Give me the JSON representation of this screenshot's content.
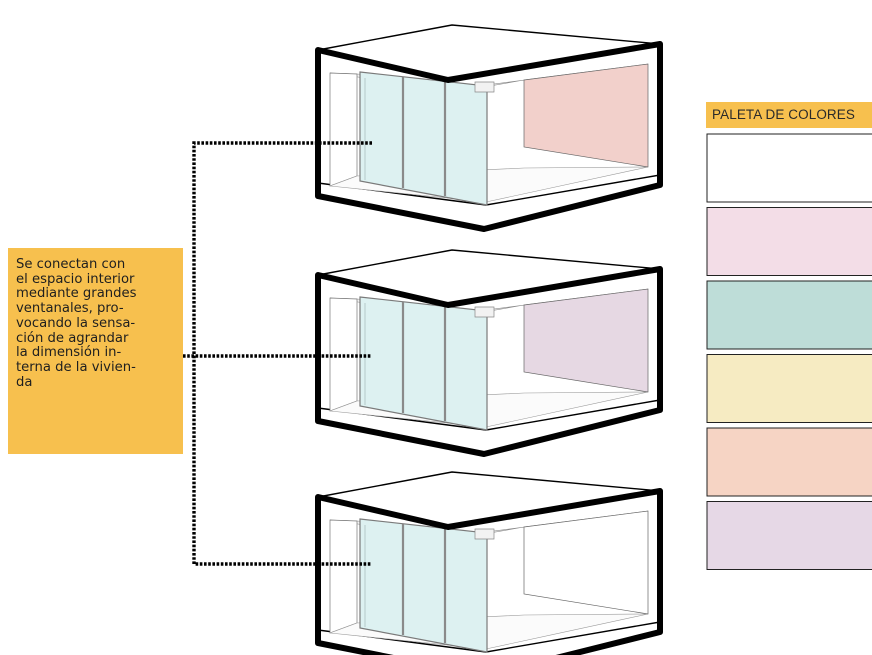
{
  "note": {
    "lines": [
      "Se conectan con",
      "el espacio interior",
      "mediante grandes",
      "ventanales, pro-",
      "vocando la sensa-",
      "ción de agrandar",
      "la dimensión in-",
      "terna de la vivien-",
      "da"
    ],
    "background": "#F7C04E"
  },
  "palette": {
    "title": "PALETA DE COLORES",
    "title_background": "#F7C04E",
    "swatches": [
      "#FFFFFF",
      "#F3DDE7",
      "#BEDDD8",
      "#F6EBC2",
      "#F6D4C4",
      "#E6D8E6"
    ]
  },
  "modules": [
    {
      "back_wall": "#F2D0CB"
    },
    {
      "back_wall": "#E6D8E3"
    },
    {
      "back_wall": "#FFFFFF"
    }
  ],
  "colors": {
    "glass": "#DDF1F1",
    "outline": "#000000"
  }
}
